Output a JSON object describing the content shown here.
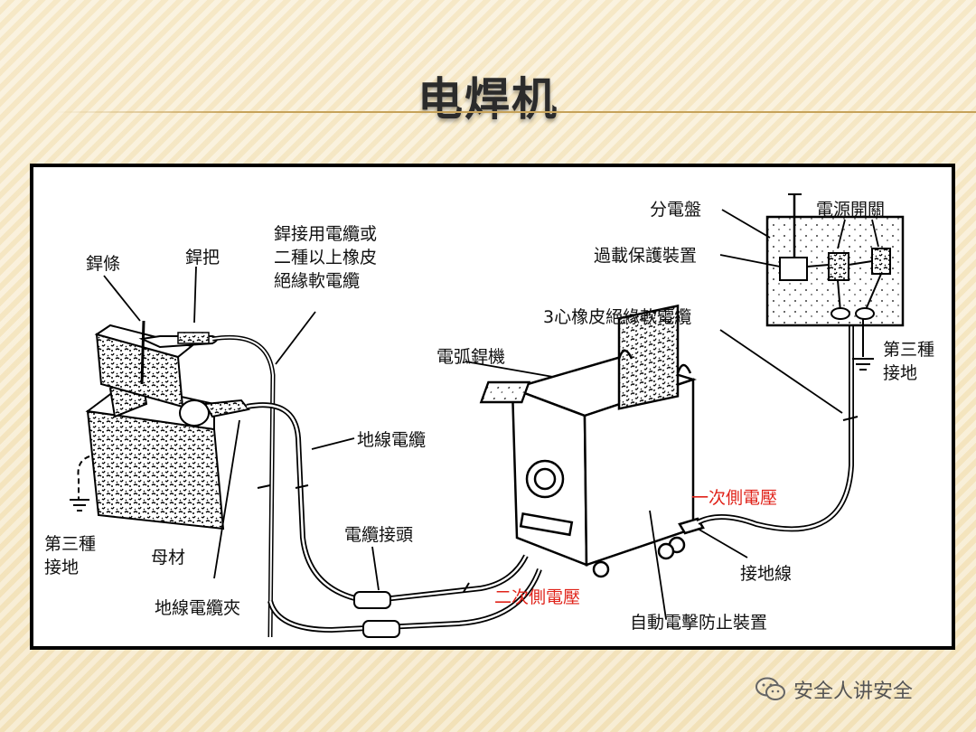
{
  "slide": {
    "title": "电焊机"
  },
  "diagram": {
    "labels": {
      "electrode": "銲條",
      "holder": "銲把",
      "cable_desc_1": "銲接用電纜或",
      "cable_desc_2": "二種以上橡皮",
      "cable_desc_3": "絕緣軟電纜",
      "ground_cable": "地線電纜",
      "ground_left_1": "第三種",
      "ground_left_2": "接地",
      "base_metal": "母材",
      "ground_clamp": "地線電纜夾",
      "cable_joint": "電纜接頭",
      "secondary_voltage": "二次側電壓",
      "arc_welder": "電弧銲機",
      "primary_voltage": "一次側電壓",
      "ground_wire": "接地線",
      "auto_shock_device": "自動電擊防止裝置",
      "rubber_cable_3core": "3心橡皮絕緣軟電纜",
      "distribution_panel": "分電盤",
      "power_switch": "電源開關",
      "overload_protection": "過載保護裝置",
      "ground_right_1": "第三種",
      "ground_right_2": "接地"
    },
    "colors": {
      "highlight": "#e0231a"
    }
  },
  "footer": {
    "text": "安全人讲安全",
    "icon": "wechat-icon"
  }
}
